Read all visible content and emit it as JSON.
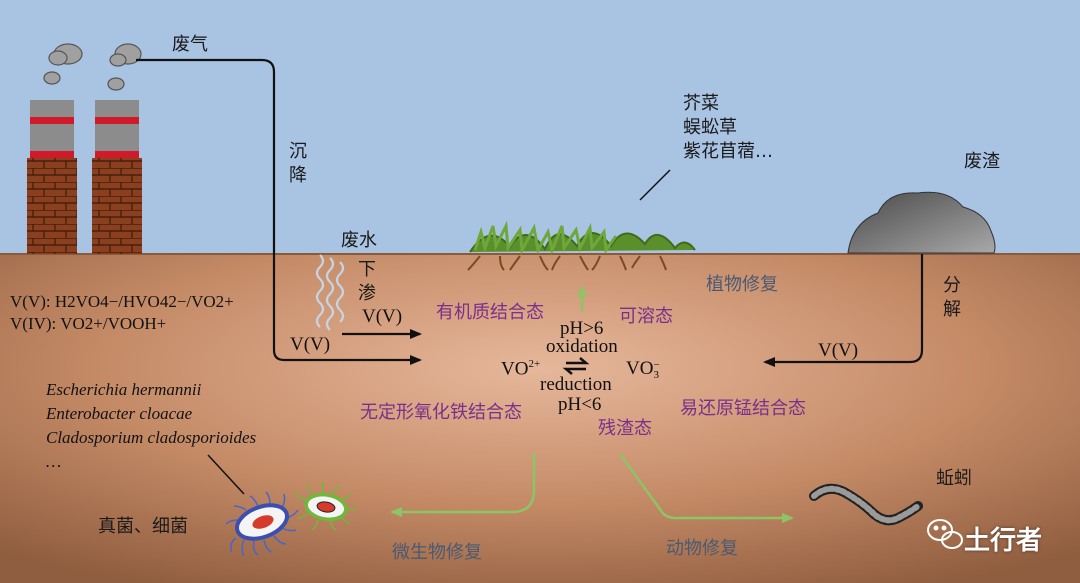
{
  "labels": {
    "exhaust_gas": "废气",
    "deposition": "沉降",
    "wastewater": "废水",
    "infiltration": "下渗",
    "plants": [
      "芥菜",
      "蜈蚣草",
      "紫花苜蓿…"
    ],
    "waste_residue": "废渣",
    "decomposition": "分解",
    "plant_remediation": "植物修复",
    "organic_bound": "有机质结合态",
    "soluble": "可溶态",
    "amorphous_fe_oxide_bound": "无定形氧化铁结合态",
    "easily_reducible_mn_bound": "易还原锰结合态",
    "residual": "残渣态",
    "microbial_remediation": "微生物修复",
    "animal_remediation": "动物修复",
    "fungi_bacteria": "真菌、细菌",
    "earthworm": "蚯蚓",
    "vv_left": "V(V)",
    "vv_mid": "V(V)",
    "vv_right": "V(V)",
    "ph_high": "pH>6",
    "oxidation": "oxidation",
    "reduction": "reduction",
    "ph_low": "pH<6",
    "vo2plus": "VO",
    "vo2plus_sup": "2+",
    "vo3minus": "VO",
    "vo3minus_sub": "3",
    "vo3minus_sup": "−",
    "vv_species": "V(V):  H2VO4−/HVO42−/VO2+",
    "viv_species": "V(IV):  VO2+/VOOH+",
    "microbes": [
      "Escherichia hermannii",
      "Enterobacter cloacae",
      "Cladosporium cladosporioides",
      "…"
    ],
    "brand": "土行者"
  },
  "colors": {
    "sky": "#a9c3e3",
    "soil": "#c98f6c",
    "arrow_black": "#111111",
    "arrow_green": "#8cc466",
    "purple_text": "#7a2f8a",
    "red_text": "#dd1111"
  },
  "icons": [
    "factory-chimney",
    "smoke-cloud",
    "plant-grass",
    "rock-pile",
    "bacterium",
    "earthworm",
    "wechat-logo"
  ]
}
